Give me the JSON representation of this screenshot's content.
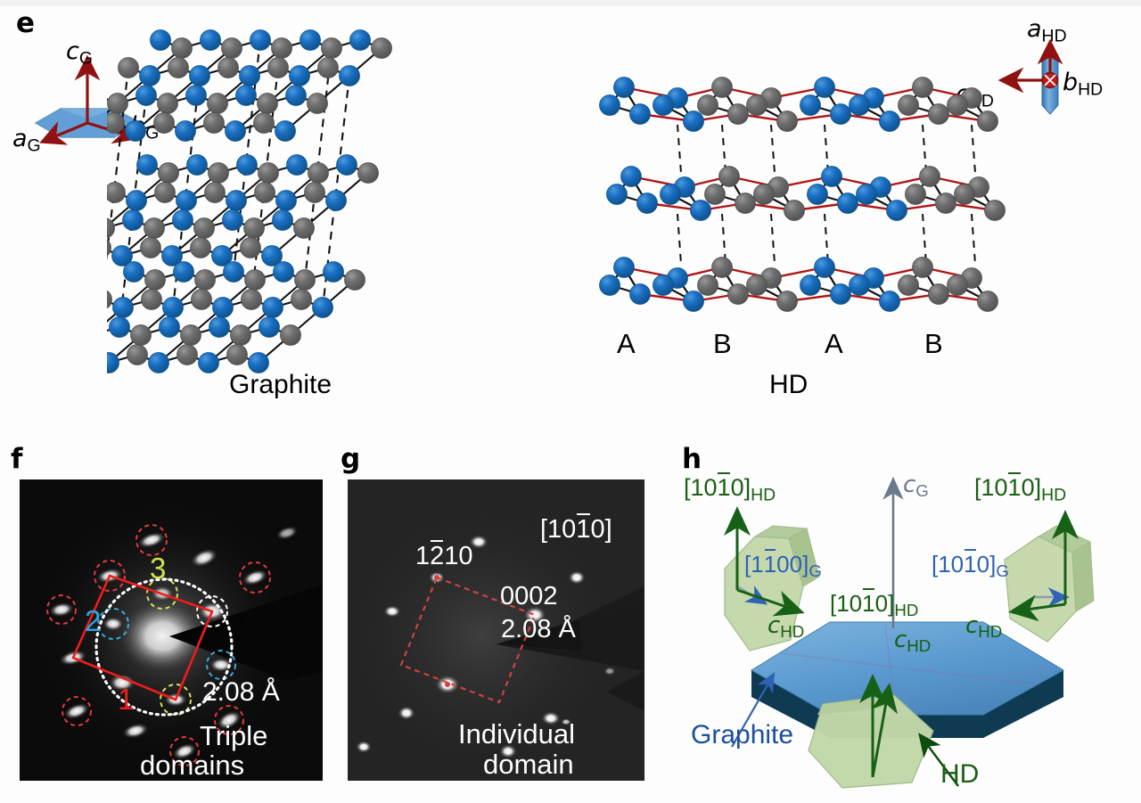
{
  "figure": {
    "panels": [
      {
        "letter": "e"
      },
      {
        "letter": "f"
      },
      {
        "letter": "g"
      },
      {
        "letter": "h"
      }
    ]
  },
  "panel_e": {
    "letter": "e",
    "graphite_axes": {
      "a_label": "a",
      "a_sub": "G",
      "b_label": "b",
      "b_sub": "G",
      "c_label": "c",
      "c_sub": "G"
    },
    "hd_axes": {
      "a_label": "a",
      "a_sub": "HD",
      "b_label": "b",
      "b_sub": "HD",
      "c_label": "c",
      "c_sub": "HD"
    },
    "graphite_caption": "Graphite",
    "hd_caption": "HD",
    "stacking_labels": [
      "A",
      "B",
      "A",
      "B"
    ],
    "colors": {
      "atom_blue": "#1a6fc4",
      "atom_grey": "#6f6f6f",
      "bond_black": "#111111",
      "bond_red": "#b01414",
      "axis_red": "#8f1111",
      "hex_blue": "#4a90cf"
    }
  },
  "panel_f": {
    "letter": "f",
    "spot_labels": [
      {
        "text": "1",
        "color": "#ee1c1c"
      },
      {
        "text": "2",
        "color": "#27a6e0"
      },
      {
        "text": "3",
        "color": "#c9e84b"
      }
    ],
    "dspacing": "2.08 Å",
    "caption_line1": "Triple",
    "caption_line2": "domains",
    "colors": {
      "unit_cell": "#ee1c1c",
      "ring": "#ffffff",
      "circle_red": "#e03b3b",
      "circle_blue": "#3aa8dd",
      "circle_yellow": "#d4e25a"
    }
  },
  "panel_g": {
    "letter": "g",
    "zone_axis": "[1010]",
    "zone_axis_bar_index": 2,
    "reflection_1": "1210",
    "reflection_1_bar_index": 1,
    "reflection_2": "0002",
    "dspacing": "2.08 Å",
    "caption_line1": "Individual",
    "caption_line2": "domain",
    "colors": {
      "unit_cell": "#d04242",
      "text": "#ffffff"
    }
  },
  "panel_h": {
    "letter": "h",
    "labels": {
      "hd_left": {
        "text": "[1010]",
        "bar_index": 2,
        "sub": "HD",
        "color": "#1a5f14"
      },
      "hd_right": {
        "text": "[1010]",
        "bar_index": 2,
        "sub": "HD",
        "color": "#1a5f14"
      },
      "hd_center": {
        "text": "[1010]",
        "bar_index": 2,
        "sub": "HD",
        "color": "#1a5f14"
      },
      "g_left": {
        "text": "[1100]",
        "bar_index": 1,
        "sub": "G",
        "color": "#2f63b5"
      },
      "g_right": {
        "text": "[1010]",
        "bar_index": 2,
        "sub": "G",
        "color": "#2f63b5"
      },
      "c_g": {
        "text": "c",
        "sub": "G",
        "color": "#6a7a8c"
      },
      "c_hd_left": {
        "text": "c",
        "sub": "HD",
        "color": "#1a5f14"
      },
      "c_hd_right": {
        "text": "c",
        "sub": "HD",
        "color": "#1a5f14"
      },
      "c_hd_center": {
        "text": "c",
        "sub": "HD",
        "color": "#1a5f14"
      },
      "graphite": {
        "text": "Graphite",
        "color": "#1b4f9c"
      },
      "hd": {
        "text": "HD",
        "color": "#1a5f14"
      }
    },
    "colors": {
      "slab_top": "#5c9bd1",
      "slab_side": "#0e3a52",
      "hd_green": "#bcd4a0",
      "arrow_green": "#176117",
      "arrow_blue": "#2f63b5",
      "arrow_grey": "#6a7a8c"
    }
  }
}
